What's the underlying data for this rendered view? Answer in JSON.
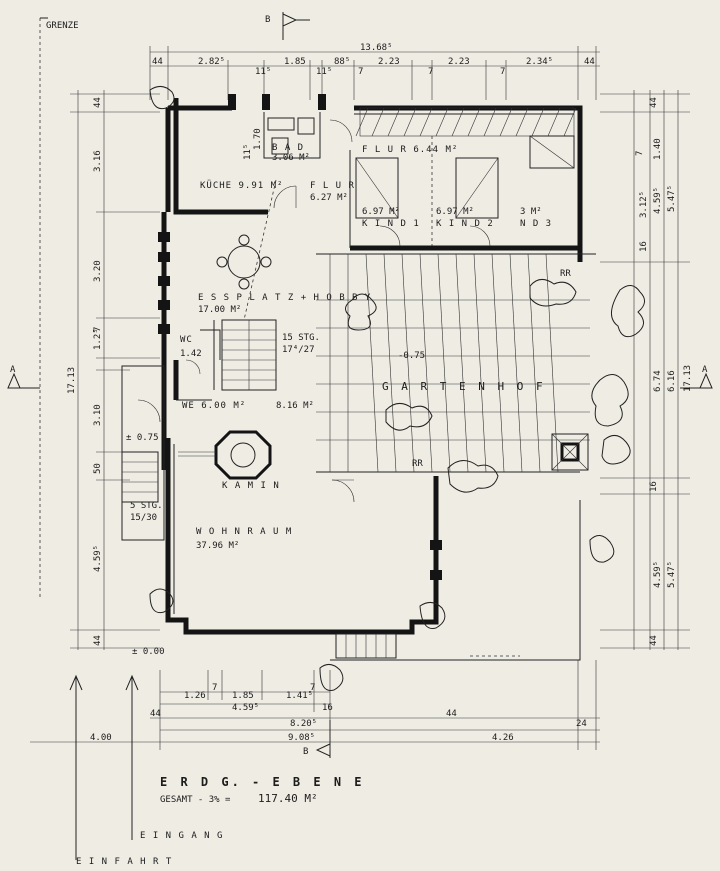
{
  "header": {
    "boundary_label": "GRENZE",
    "section_mark": "B"
  },
  "dims": {
    "top_total": "13.68⁵",
    "top": [
      "44",
      "2.82⁵",
      "11⁵",
      "1.85",
      "11⁵",
      "88⁵",
      "7",
      "2.23",
      "7",
      "2.23",
      "7",
      "2.34⁵",
      "44"
    ],
    "left": [
      "44",
      "3.16",
      "3.20",
      "1.2⁵",
      "7",
      "3.10",
      "50",
      "4.59⁵",
      "44",
      "17.13"
    ],
    "right": [
      "44",
      "1.40",
      "7",
      "3.12⁵",
      "4.59⁵",
      "5.47⁵",
      "16",
      "6.74",
      "6.16",
      "17.13",
      "16",
      "4.59⁵",
      "5.47⁵",
      "44"
    ],
    "bottom_row1": [
      "1.26",
      "7",
      "1.85",
      "1.41⁵",
      "7"
    ],
    "bottom_row2": [
      "44",
      "4.59⁵",
      "16"
    ],
    "bottom_row3": [
      "8.20⁵",
      "44",
      "24"
    ],
    "bottom_row4": [
      "4.00",
      "9.08⁵",
      "4.26"
    ],
    "interior": [
      "11⁵",
      "1.70",
      "1.42"
    ]
  },
  "rooms": {
    "bad": "B A D",
    "bad_area": "3.06 M²",
    "kueche": "KÜCHE 9.91 M²",
    "flur1": "F L U R",
    "flur1_area": "6.27 M²",
    "flur2": "F L U R   6.44 M²",
    "kind1_area": "6.97 M²",
    "kind1": "K I N D   1",
    "kind2_area": "6.97 M²",
    "kind2": "K I N D   2",
    "kind3_area": "3 M²",
    "kind3": "N D   3",
    "essplatz": "E S S P L A T Z + H O B B Y",
    "essplatz_area": "17.00 M²",
    "wc": "WC",
    "stairs_upper": "15 STG.",
    "stairs_upper_ratio": "17⁴/27",
    "we": "WE  6.00 M²",
    "hall_area": "8.16 M²",
    "gartenhof": "G A R T E N H O F",
    "gartenhof_level": "-0.75",
    "kamin": "K A M I N",
    "wohnraum": "W O H N R A U M",
    "wohnraum_area": "37.96 M²",
    "entry_level": "± 0.75",
    "stairs_lower": "5 STG.",
    "stairs_lower_ratio": "15/30",
    "ground_level": "± 0.00",
    "rr": "RR"
  },
  "footer": {
    "title": "E R D G. - E B E N E",
    "total_label": "GESAMT - 3% =",
    "total_value": "117.40 M²",
    "eingang": "E I N G A N G",
    "einfahrt": "E I N F A H R T",
    "section_a": "A"
  }
}
